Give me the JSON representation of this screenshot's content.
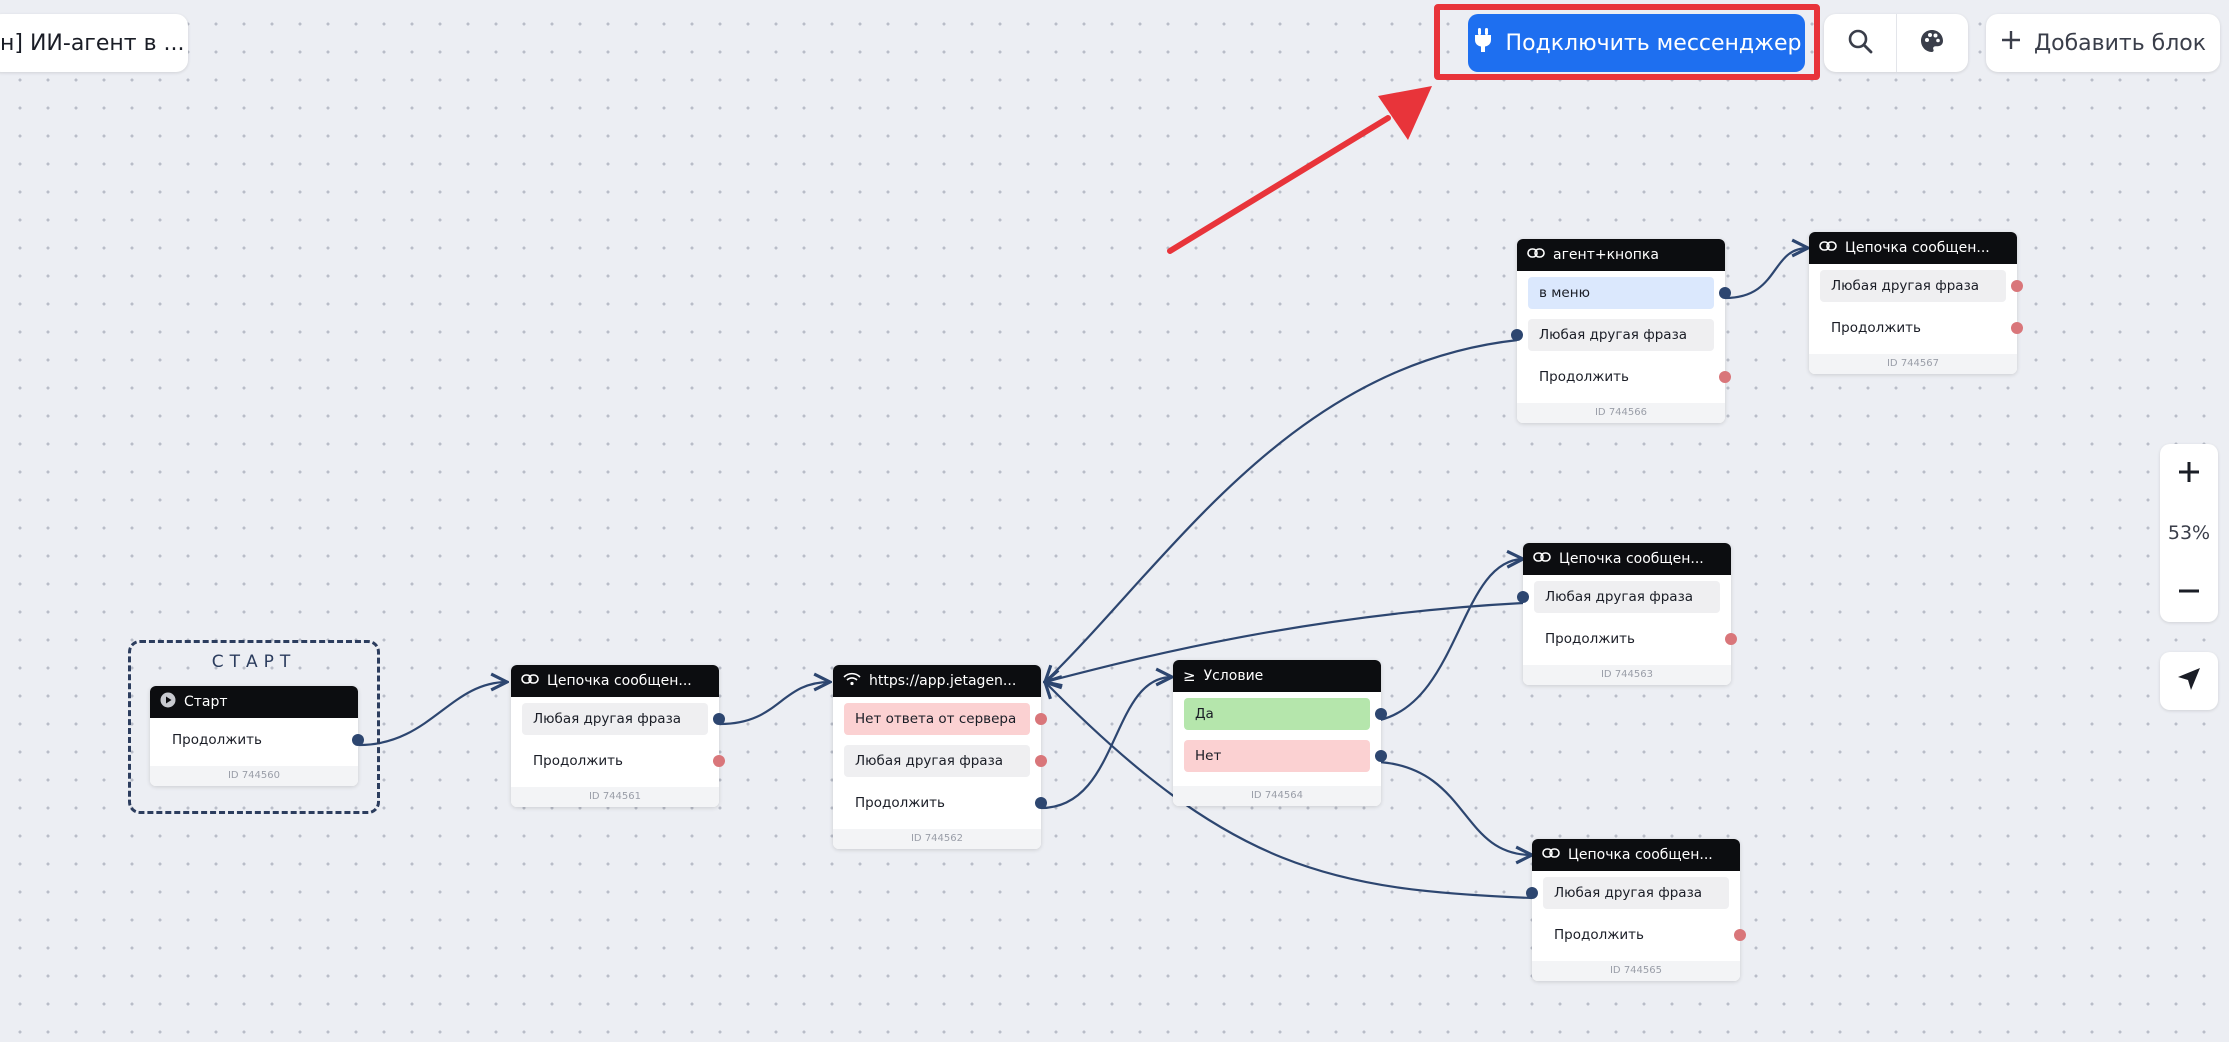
{
  "toolbar": {
    "title": "н] ИИ-агент в ...",
    "connect_label": "Подключить мессенджер",
    "add_block_label": "Добавить блок",
    "search_icon": "search-icon",
    "theme_icon": "palette-icon",
    "plug_icon": "plug-icon"
  },
  "zoom": {
    "level": "53%"
  },
  "start": {
    "label": "СТАРТ"
  },
  "nodes": {
    "start": {
      "title": "Старт",
      "continue": "Продолжить",
      "id": "ID 744560"
    },
    "chain1": {
      "title": "Цепочка сообщен...",
      "any": "Любая другая фраза",
      "continue": "Продолжить",
      "id": "ID 744561"
    },
    "request": {
      "title": "https://app.jetagen...",
      "no_response": "Нет ответа от сервера",
      "any": "Любая другая фраза",
      "continue": "Продолжить",
      "id": "ID 744562"
    },
    "condition": {
      "title": "Условие",
      "yes": "Да",
      "no": "Нет",
      "id": "ID 744564"
    },
    "agent": {
      "title": "агент+кнопка",
      "menu": "в меню",
      "any": "Любая другая фраза",
      "continue": "Продолжить",
      "id": "ID 744566"
    },
    "chain2": {
      "title": "Цепочка сообщен...",
      "any": "Любая другая фраза",
      "continue": "Продолжить",
      "id": "ID 744567"
    },
    "chain3": {
      "title": "Цепочка сообщен...",
      "any": "Любая другая фраза",
      "continue": "Продолжить",
      "id": "ID 744563"
    },
    "chain4": {
      "title": "Цепочка сообщен...",
      "any": "Любая другая фраза",
      "continue": "Продолжить",
      "id": "ID 744565"
    }
  },
  "colors": {
    "accent": "#1e6ff0",
    "highlight": "#e8343a",
    "edge": "#2d4670",
    "port_unconnected": "#d9767a",
    "row_yes": "#b5e6ac",
    "row_no": "#fbd1d2",
    "row_menu": "#dbe8fd"
  }
}
